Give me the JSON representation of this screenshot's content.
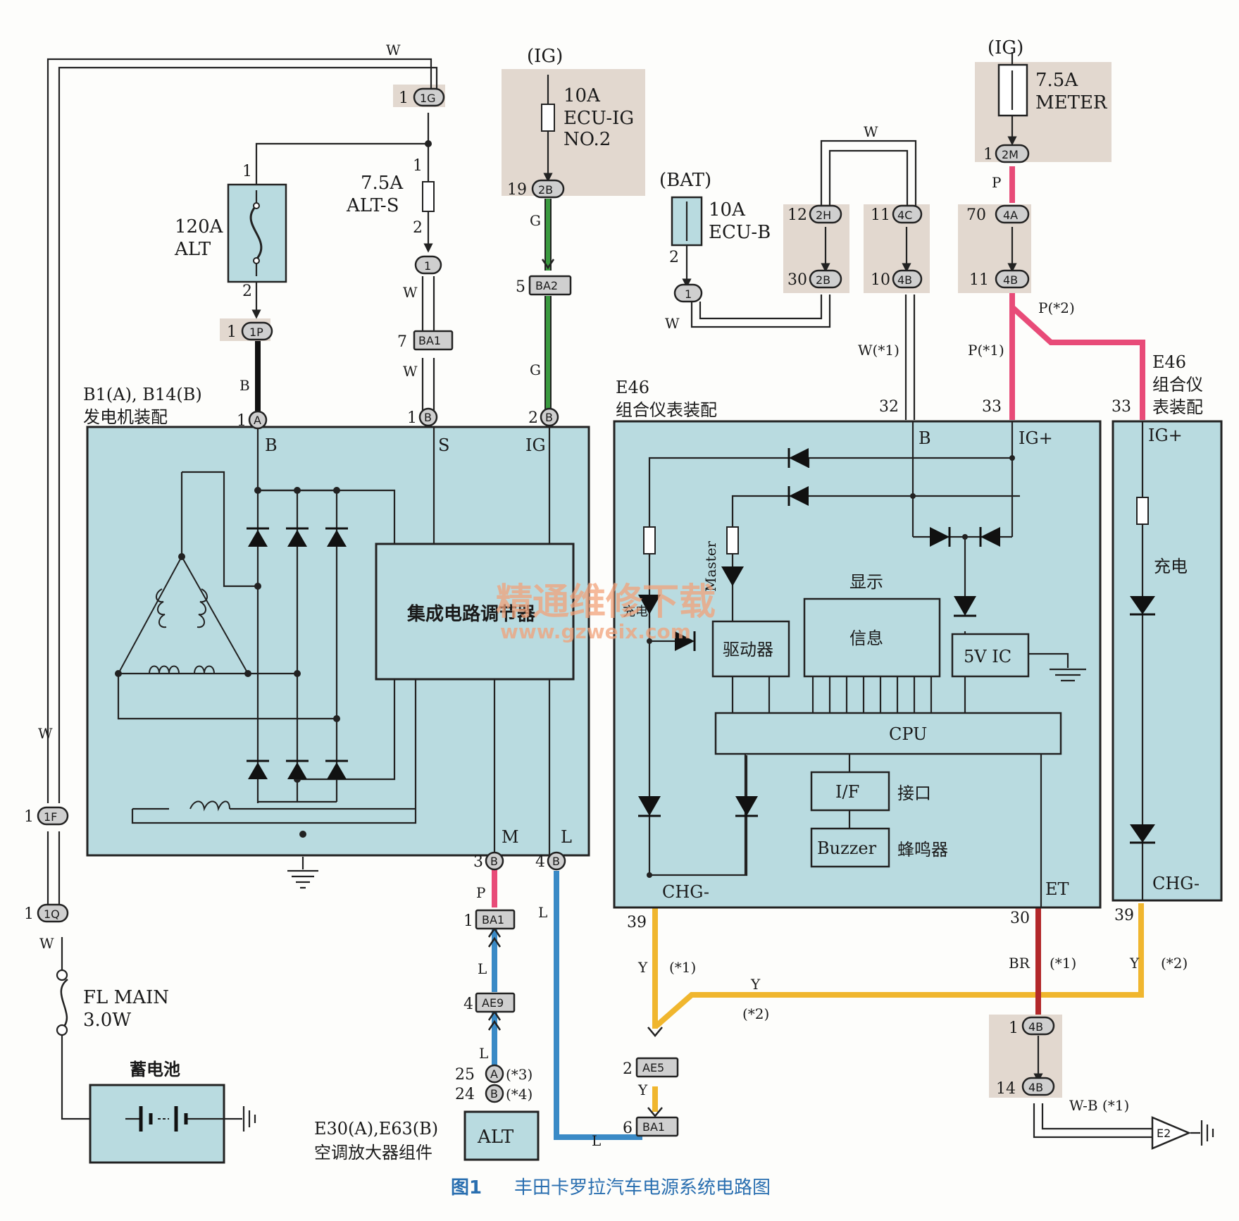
{
  "title": "丰田卡罗拉汽车电源系统电路图",
  "figure_label": "图1",
  "watermark": {
    "cn": "精通维修下载",
    "url": "www.gzweix.com"
  },
  "power_sources": {
    "ig1": "(IG)",
    "ig2": "(IG)",
    "bat": "(BAT)"
  },
  "fuses": {
    "alt": {
      "rating": "120A",
      "name": "ALT",
      "pin_top": "1",
      "pin_bot": "2"
    },
    "alt_s": {
      "rating": "7.5A",
      "name": "ALT-S",
      "pin_top": "1",
      "pin_bot": "2"
    },
    "ecu_ig": {
      "rating": "10A",
      "name": "ECU-IG",
      "sub": "NO.2"
    },
    "ecu_b": {
      "rating": "10A",
      "name": "ECU-B",
      "pin_bot": "2"
    },
    "meter": {
      "rating": "7.5A",
      "name": "METER"
    },
    "fl_main": {
      "name": "FL MAIN",
      "rating": "3.0W"
    }
  },
  "connectors": {
    "c1G": {
      "pin": "1",
      "id": "1G"
    },
    "c1P": {
      "pin": "1",
      "id": "1P"
    },
    "c1a": {
      "id": "1"
    },
    "cBA1s": {
      "pin": "7",
      "id": "BA1"
    },
    "c2B19": {
      "pin": "19",
      "id": "2B"
    },
    "cBA2": {
      "pin": "5",
      "id": "BA2"
    },
    "c1b": {
      "id": "1"
    },
    "c2H": {
      "pin": "12",
      "id": "2H"
    },
    "c2B30": {
      "pin": "30",
      "id": "2B"
    },
    "c4C": {
      "pin": "11",
      "id": "4C"
    },
    "c4B10": {
      "pin": "10",
      "id": "4B"
    },
    "c2M": {
      "pin": "1",
      "id": "2M"
    },
    "c4A": {
      "pin": "70",
      "id": "4A"
    },
    "c4B11": {
      "pin": "11",
      "id": "4B"
    },
    "genA": {
      "pin": "1",
      "id": "A"
    },
    "genBs": {
      "pin": "1",
      "id": "B"
    },
    "genBig": {
      "pin": "2",
      "id": "B"
    },
    "genB3": {
      "pin": "3",
      "id": "B"
    },
    "genB4": {
      "pin": "4",
      "id": "B"
    },
    "cBA1m": {
      "pin": "1",
      "id": "BA1"
    },
    "cAE9": {
      "pin": "4",
      "id": "AE9"
    },
    "c25A": {
      "pin": "25",
      "id": "A",
      "note": "(*3)"
    },
    "c24B": {
      "pin": "24",
      "id": "B",
      "note": "(*4)"
    },
    "cAE5": {
      "pin": "2",
      "id": "AE5"
    },
    "cBA1l": {
      "pin": "6",
      "id": "BA1"
    },
    "c4B1": {
      "pin": "1",
      "id": "4B"
    },
    "c4B14": {
      "pin": "14",
      "id": "4B"
    },
    "c1F": {
      "pin": "1",
      "id": "1F"
    },
    "c1Q": {
      "pin": "1",
      "id": "1Q"
    },
    "e2": {
      "id": "E2"
    }
  },
  "wire_colors": {
    "w_top": "W",
    "w_alts": "W",
    "w_ba1": "W",
    "b": "B",
    "g1": "G",
    "g2": "G",
    "w_ecub": "W",
    "w_loop": "W",
    "w1": "W(*1)",
    "p": "P",
    "p1": "P(*1)",
    "p2": "P(*2)",
    "w_left": "W",
    "w_bat": "W",
    "p_m": "P",
    "l1": "L",
    "l2": "L",
    "l3": "L",
    "l4": "L",
    "y1": "Y",
    "y1n": "(*1)",
    "y2": "Y",
    "y2n": "(*2)",
    "y3": "Y",
    "y3n": "(*2)",
    "y4": "Y",
    "br": "BR",
    "brn": "(*1)",
    "wb": "W-B (*1)"
  },
  "generator": {
    "title": "B1(A), B14(B)",
    "subtitle": "发电机装配",
    "term_b": "B",
    "term_s": "S",
    "term_ig": "IG",
    "term_m": "M",
    "term_l": "L",
    "regulator": "集成电路调节器"
  },
  "meter1": {
    "code": "E46",
    "name": "组合仪表装配",
    "pin_32": "32",
    "pin_33": "33",
    "pin_39": "39",
    "pin_30": "30",
    "term_b": "B",
    "term_ig": "IG+",
    "term_chg": "CHG-",
    "term_et": "ET",
    "master": "Master",
    "charge": "充电",
    "display": "显示",
    "driver": "驱动器",
    "info": "信息",
    "ic": "5V IC",
    "cpu": "CPU",
    "if": "I/F",
    "if_cn": "接口",
    "buzzer": "Buzzer",
    "buzzer_cn": "蜂鸣器"
  },
  "meter2": {
    "code": "E46",
    "name1": "组合仪",
    "name2": "表装配",
    "pin_33": "33",
    "pin_39": "39",
    "term_ig": "IG+",
    "charge": "充电",
    "term_chg": "CHG-"
  },
  "battery": {
    "label": "蓄电池"
  },
  "amplifier": {
    "label": "ALT",
    "title": "E30(A),E63(B)",
    "subtitle": "空调放大器组件"
  }
}
